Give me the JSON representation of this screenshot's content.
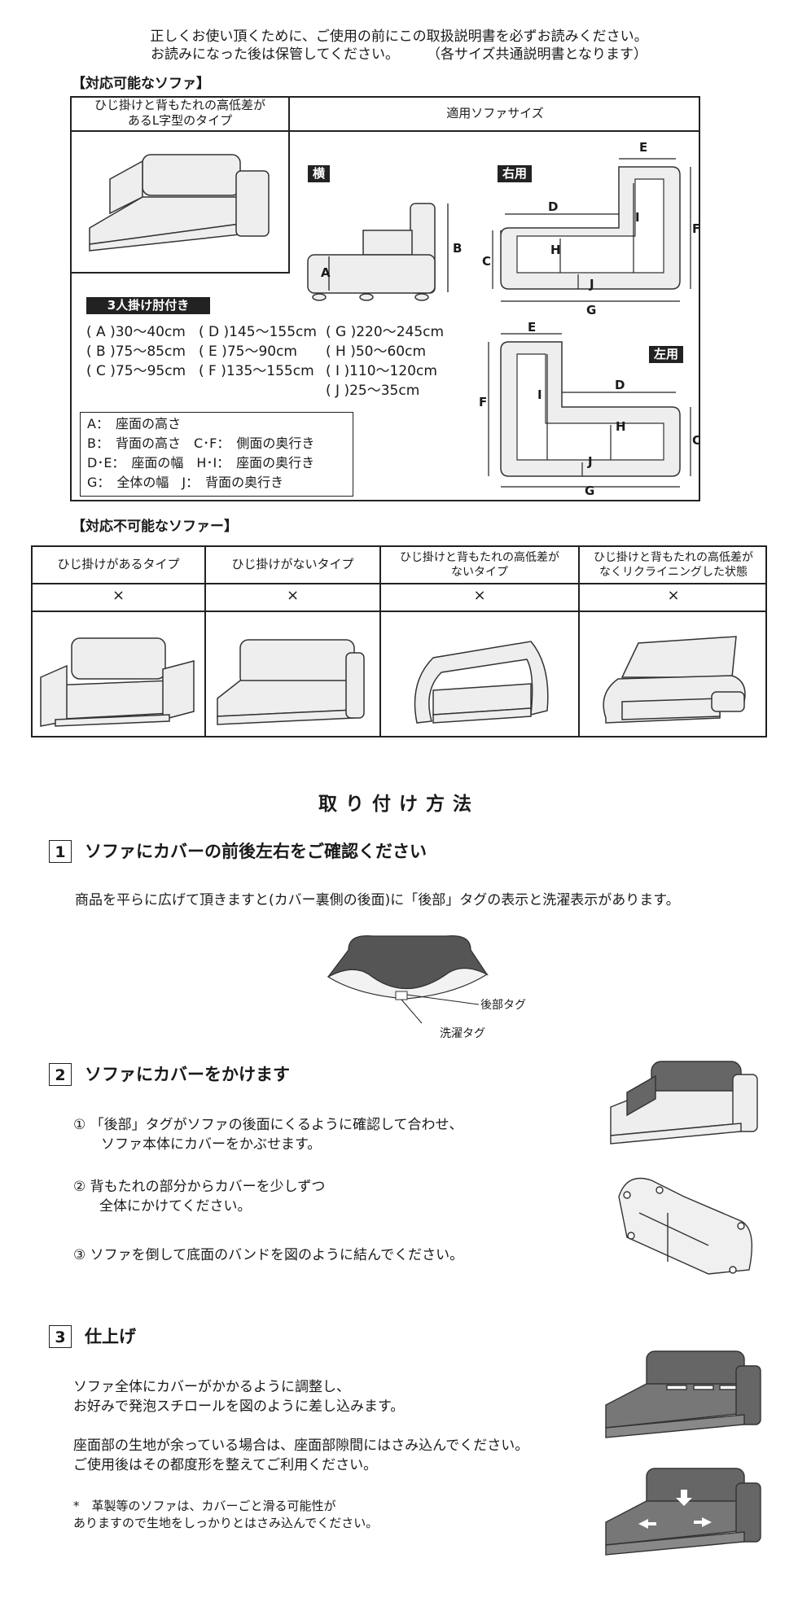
{
  "intro": {
    "line1": "正しくお使い頂くために、ご使用の前にこの取扱説明書を必ずお読みください。",
    "line2": "お読みになった後は保管してください。　　　（各サイズ共通説明書となります）"
  },
  "compatible": {
    "section_label": "【対応可能なソファ】",
    "type_header_line1": "ひじ掛けと背もたれの高低差が",
    "type_header_line2": "あるL字型のタイプ",
    "size_header": "適用ソファサイズ",
    "side_tag": "横",
    "right_tag": "右用",
    "left_tag": "左用",
    "seat_tag": "3人掛け肘付き",
    "sizes_col1": [
      "( A )30〜40cm",
      "( B )75〜85cm",
      "( C )75〜95cm"
    ],
    "sizes_col2": [
      "( D )145〜155cm",
      "( E )75〜90cm",
      "( F )135〜155cm"
    ],
    "sizes_col3": [
      "( G )220〜245cm",
      "( H )50〜60cm",
      "( I )110〜120cm",
      "( J )25〜35cm"
    ],
    "legend": [
      "A：　座面の高さ",
      "B：　背面の高さ　C･F：　側面の奥行き",
      "D･E：　座面の幅　H･I：　座面の奥行き",
      "G：　全体の幅　J：　背面の奥行き"
    ],
    "dim_letters": [
      "A",
      "B",
      "C",
      "D",
      "E",
      "F",
      "G",
      "H",
      "I",
      "J"
    ]
  },
  "incompatible": {
    "section_label": "【対応不可能なソファー】",
    "columns": [
      {
        "header_line1": "ひじ掛けがあるタイプ",
        "header_line2": "",
        "mark": "×"
      },
      {
        "header_line1": "ひじ掛けがないタイプ",
        "header_line2": "",
        "mark": "×"
      },
      {
        "header_line1": "ひじ掛けと背もたれの高低差が",
        "header_line2": "ないタイプ",
        "mark": "×"
      },
      {
        "header_line1": "ひじ掛けと背もたれの高低差が",
        "header_line2": "なくリクライニングした状態",
        "mark": "×"
      }
    ]
  },
  "install": {
    "heading": "取り付け方法",
    "step1": {
      "num": "1",
      "title": "ソファにカバーの前後左右をご確認ください",
      "text": "商品を平らに広げて頂きますと(カバー裏側の後面)に「後部」タグの表示と洗濯表示があります。",
      "label_back": "後部タグ",
      "label_wash": "洗濯タグ"
    },
    "step2": {
      "num": "2",
      "title": "ソファにカバーをかけます",
      "item1_mark": "①",
      "item1_line1": "「後部」タグがソファの後面にくるように確認して合わせ、",
      "item1_line2": "ソファ本体にカバーをかぶせます。",
      "item2_mark": "②",
      "item2_line1": "背もたれの部分からカバーを少しずつ",
      "item2_line2": "全体にかけてください。",
      "item3_mark": "③",
      "item3_line1": "ソファを倒して底面のバンドを図のように結んでください。"
    },
    "step3": {
      "num": "3",
      "title": "仕上げ",
      "p1_line1": "ソファ全体にカバーがかかるように調整し、",
      "p1_line2": "お好みで発泡スチロールを図のように差し込みます。",
      "p2_line1": "座面部の生地が余っている場合は、座面部隙間にはさみ込んでください。",
      "p2_line2": "ご使用後はその都度形を整えてご利用ください。",
      "note_line1": "*　革製等のソファは、カバーごと滑る可能性が",
      "note_line2": "ありますので生地をしっかりとはさみ込んでください。"
    }
  }
}
